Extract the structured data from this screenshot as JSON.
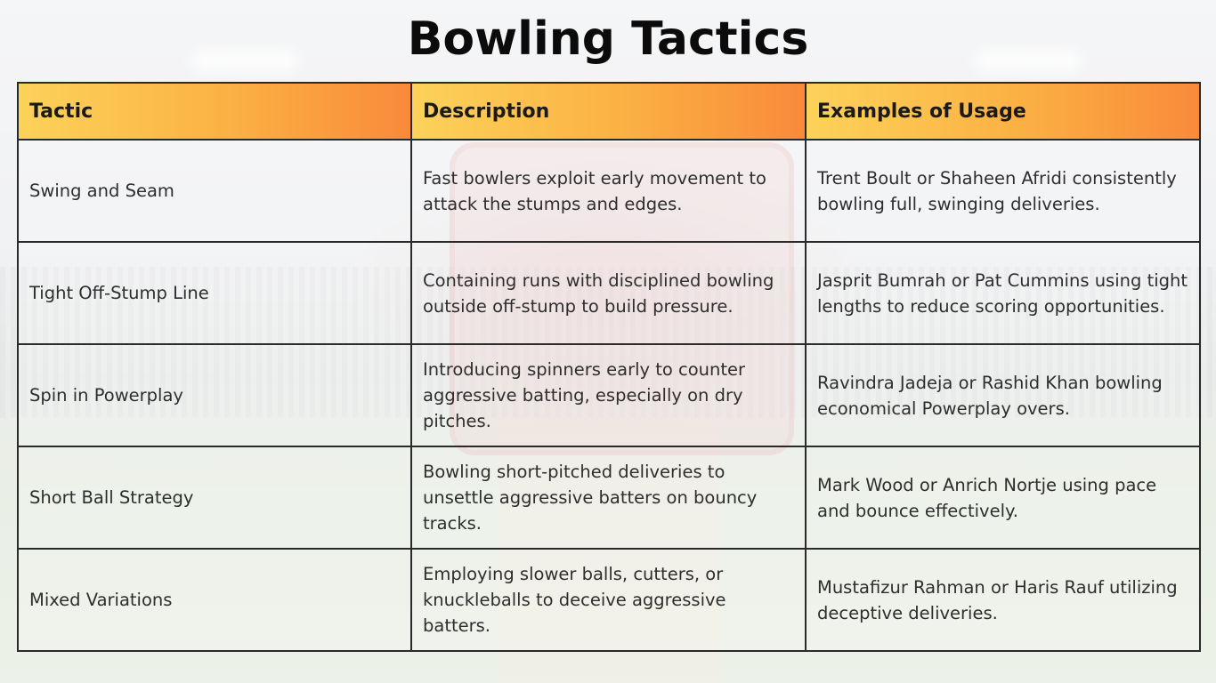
{
  "title": "Bowling Tactics",
  "table": {
    "headers": [
      "Tactic",
      "Description",
      "Examples of Usage"
    ],
    "rows": [
      {
        "tactic": "Swing and Seam",
        "description": "Fast bowlers exploit early movement to attack the stumps and edges.",
        "examples": "Trent Boult or Shaheen Afridi consistently bowling full, swinging deliveries."
      },
      {
        "tactic": "Tight Off-Stump Line",
        "description": "Containing runs with disciplined bowling outside off-stump to build pressure.",
        "examples": "Jasprit Bumrah or Pat Cummins using tight lengths to reduce scoring opportunities."
      },
      {
        "tactic": "Spin in Powerplay",
        "description": "Introducing spinners early to counter aggressive batting, especially on dry pitches.",
        "examples": "Ravindra Jadeja or Rashid Khan bowling economical Powerplay overs."
      },
      {
        "tactic": "Short Ball Strategy",
        "description": "Bowling short-pitched deliveries to unsettle aggressive batters on bouncy tracks.",
        "examples": "Mark Wood or Anrich Nortje using pace and bounce effectively."
      },
      {
        "tactic": "Mixed Variations",
        "description": "Employing slower balls, cutters, or knuckleballs to deceive aggressive batters.",
        "examples": "Mustafizur Rahman or Haris Rauf utilizing deceptive deliveries."
      }
    ]
  },
  "colors": {
    "header_gradient_start": "#fcd25a",
    "header_gradient_end": "#f98a3a",
    "border": "#2a2a2a",
    "title_text": "#0b0b0b"
  }
}
